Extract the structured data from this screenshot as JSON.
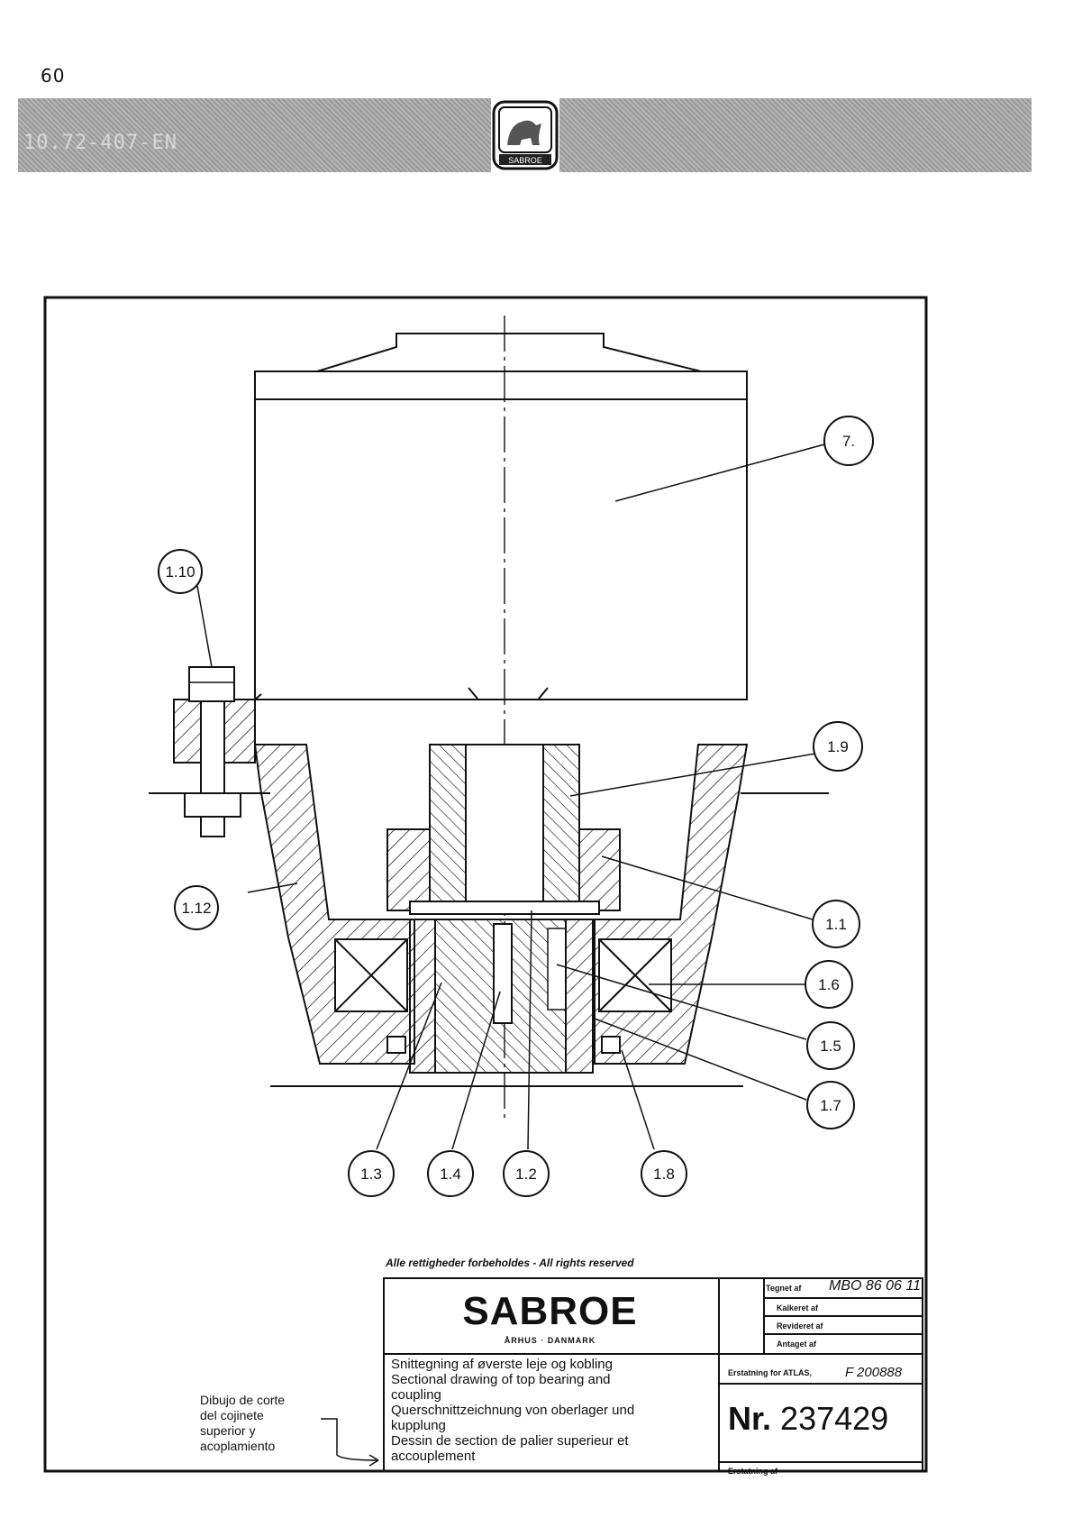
{
  "page": {
    "number": "60",
    "header_code": "10.72-407-EN"
  },
  "callouts": {
    "c7": "7.",
    "c1_10": "1.10",
    "c1_9": "1.9",
    "c1_12": "1.12",
    "c1_1": "1.1",
    "c1_6": "1.6",
    "c1_5": "1.5",
    "c1_7": "1.7",
    "c1_3": "1.3",
    "c1_4": "1.4",
    "c1_2": "1.2",
    "c1_8": "1.8"
  },
  "title_block": {
    "rights": "Alle rettigheder forbeholdes  -  All rights reserved",
    "company": "SABROE",
    "city": "ÅRHUS · DANMARK",
    "titles": [
      "Snittegning af øverste leje og kobling",
      "Sectional drawing of top bearing and",
      "coupling",
      "Querschnittzeichnung von oberlager und",
      "kupplung",
      "Dessin de section de palier superieur et",
      "accouplement"
    ],
    "drawn_label": "Tegnet af",
    "drawn_value": "MBO 86 06 11",
    "traced_label": "Kalkeret af",
    "revised_label": "Revideret af",
    "approved_label": "Antaget af",
    "replaces_label": "Erstatning for ATLAS,",
    "replaces_value": "F 200888",
    "nr_prefix": "Nr.",
    "nr_value": "237429",
    "replaced_label": "Erstatning af"
  },
  "spanish_title": [
    "Dibujo de corte",
    "del cojinete",
    "superior y",
    "acoplamiento"
  ],
  "colors": {
    "ink": "#111111",
    "header_band": "#a6a6a6",
    "paper": "#ffffff"
  }
}
